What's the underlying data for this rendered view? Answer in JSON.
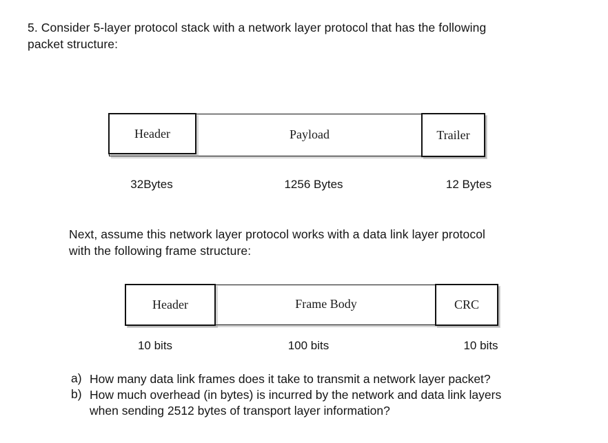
{
  "intro": {
    "line1": "5. Consider 5-layer protocol stack with a network layer protocol that has the following",
    "line2": "packet structure:"
  },
  "packet_diagram": {
    "fields": [
      {
        "label": "Header",
        "size": "32Bytes"
      },
      {
        "label": "Payload",
        "size": "1256 Bytes"
      },
      {
        "label": "Trailer",
        "size": "12 Bytes"
      }
    ]
  },
  "middle": {
    "line1": "Next, assume this network layer protocol works with a data link layer protocol",
    "line2": "with the following frame structure:"
  },
  "frame_diagram": {
    "fields": [
      {
        "label": "Header",
        "size": "10 bits"
      },
      {
        "label": "Frame Body",
        "size": "100 bits"
      },
      {
        "label": "CRC",
        "size": "10 bits"
      }
    ]
  },
  "questions": {
    "a_marker": "a)",
    "a_text": "How many data link frames does it take to transmit a network layer packet?",
    "b_marker": "b)",
    "b_line1": "How much overhead (in bytes) is incurred by the network and data link layers",
    "b_line2": "when sending 2512 bytes of transport layer information?"
  }
}
